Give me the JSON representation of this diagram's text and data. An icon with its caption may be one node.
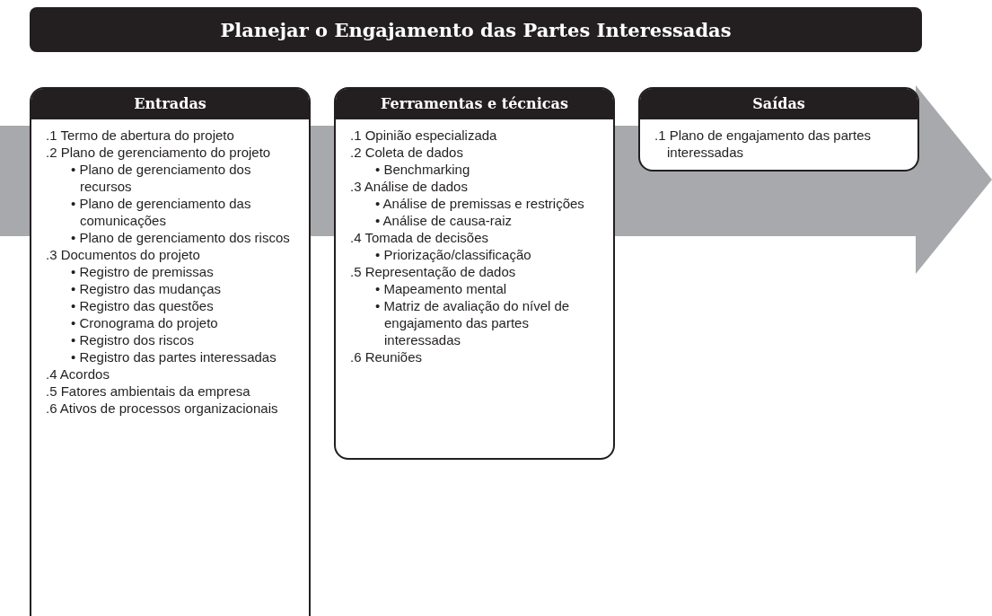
{
  "diagram": {
    "title": "Planejar o Engajamento das Partes Interessadas",
    "nodes": [
      {
        "text": [
          "Entradas",
          ".1 Termo de abertura do projeto",
          ".2 Plano de gerenciamento do projeto",
          "• Plano de gerenciamento dos recursos",
          "• Plano de gerenciamento das comunicações",
          "• Plano de gerenciamento dos riscos",
          ".3 Documentos do projeto",
          "• Registro de premissas",
          "• Registro das mudanças",
          "• Registro das questões",
          "• Cronograma do projeto",
          "• Registro dos riscos",
          "• Registro das partes interessadas",
          ".4 Acordos",
          ".5 Fatores ambientais da empresa",
          ".6 Ativos de processos organizacionais"
        ]
      },
      {
        "text": [
          "Ferramentas e técnicas",
          ".1 Opinião especializada",
          ".2 Coleta de dados",
          "• Benchmarking",
          ".3 Análise de dados",
          "• Análise de premissas e restrições",
          "• Análise de causa-raiz",
          ".4 Tomada de decisões",
          "• Priorização/classificação",
          ".5 Representação de dados",
          "• Mapeamento mental",
          "• Matriz de avaliação do nível de engajamento das partes interessadas",
          ".6 Reuniões"
        ]
      },
      {
        "text": [
          "Saídas",
          ".1 Plano de engajamento das partes interessadas"
        ]
      }
    ],
    "edges": []
  }
}
